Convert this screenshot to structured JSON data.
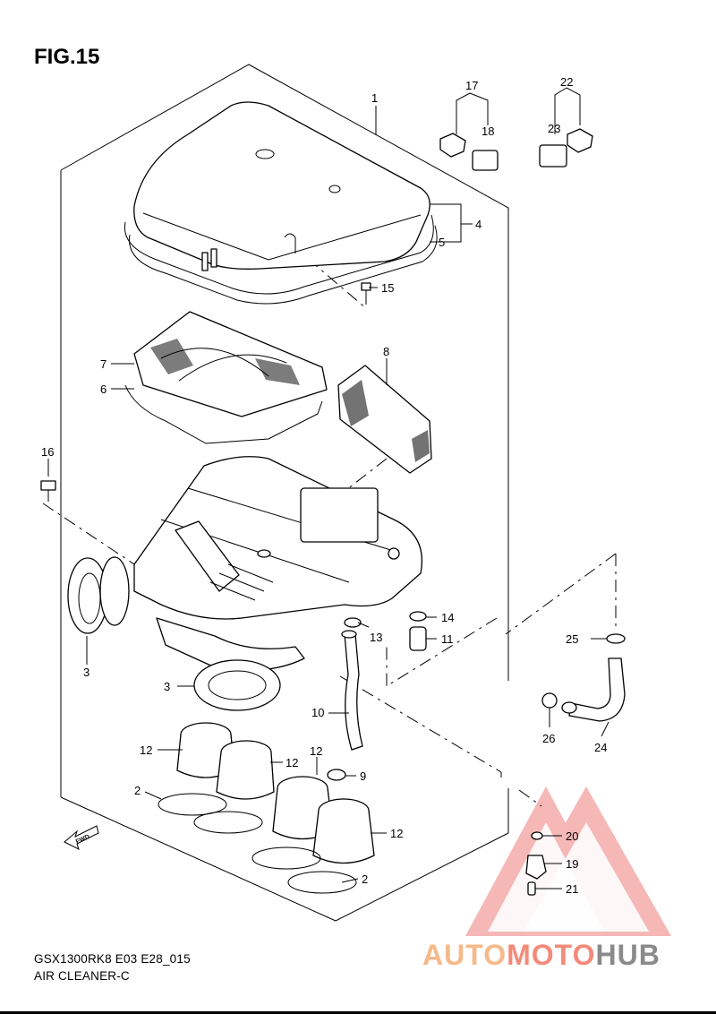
{
  "figure": {
    "title": "FIG.15",
    "model_code": "GSX1300RK8 E03 E28_015",
    "section_name": "AIR CLEANER-C"
  },
  "callouts": [
    "1",
    "2",
    "2",
    "3",
    "3",
    "4",
    "5",
    "6",
    "7",
    "8",
    "9",
    "10",
    "11",
    "12",
    "12",
    "12",
    "12",
    "13",
    "14",
    "15",
    "16",
    "17",
    "18",
    "19",
    "20",
    "21",
    "22",
    "23",
    "24",
    "25",
    "26"
  ],
  "labels": {
    "n1": "1",
    "n2a": "2",
    "n2b": "2",
    "n3a": "3",
    "n3b": "3",
    "n4": "4",
    "n5": "5",
    "n6": "6",
    "n7": "7",
    "n8": "8",
    "n9": "9",
    "n10": "10",
    "n11": "11",
    "n12a": "12",
    "n12b": "12",
    "n12c": "12",
    "n12d": "12",
    "n13": "13",
    "n14": "14",
    "n15": "15",
    "n16": "16",
    "n17": "17",
    "n18": "18",
    "n19": "19",
    "n20": "20",
    "n21": "21",
    "n22": "22",
    "n23": "23",
    "n24": "24",
    "n25": "25",
    "n26": "26"
  },
  "forward_arrow": "FWD",
  "watermark": {
    "part_a": "AUTO",
    "part_b": "MOTO",
    "part_c": "HUB",
    "colors": {
      "auto": "#f5b98a",
      "moto": "#f28b7a",
      "hub": "#8a8a8a",
      "triangle": "#f07e7e"
    }
  }
}
